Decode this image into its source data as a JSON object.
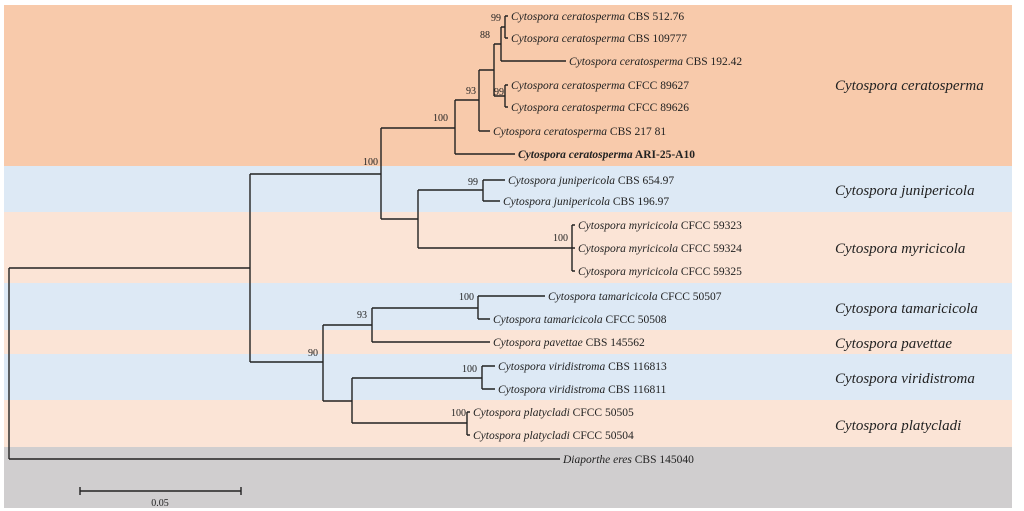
{
  "colors": {
    "band_dark_peach": "#f8caab",
    "band_light_peach": "#fbe4d6",
    "band_blue": "#dde9f5",
    "band_gray": "#d0cecf",
    "line": "#222222"
  },
  "clades": [
    {
      "name": "Cytospora ceratosperma",
      "band": "band_dark_peach"
    },
    {
      "name": "Cytospora junipericola",
      "band": "band_blue"
    },
    {
      "name": "Cytospora myricicola",
      "band": "band_light_peach"
    },
    {
      "name": "Cytospora tamaricicola",
      "band": "band_blue"
    },
    {
      "name": "Cytospora pavettae",
      "band": "band_light_peach"
    },
    {
      "name": "Cytospora viridistroma",
      "band": "band_blue"
    },
    {
      "name": "Cytospora platycladi",
      "band": "band_light_peach"
    },
    {
      "name": "",
      "band": "band_gray"
    }
  ],
  "taxa": [
    {
      "species": "Cytospora ceratosperma",
      "strain": "CBS 512.76"
    },
    {
      "species": "Cytospora ceratosperma",
      "strain": "CBS 109777"
    },
    {
      "species": "Cytospora ceratosperma",
      "strain": "CBS 192.42"
    },
    {
      "species": "Cytospora ceratosperma",
      "strain": "CFCC 89627"
    },
    {
      "species": "Cytospora ceratosperma",
      "strain": "CFCC 89626"
    },
    {
      "species": "Cytospora ceratosperma",
      "strain": "CBS 217 81"
    },
    {
      "species": "Cytospora ceratosperma",
      "strain": "ARI-25-A10",
      "bold": true
    },
    {
      "species": "Cytospora junipericola",
      "strain": "CBS 654.97"
    },
    {
      "species": "Cytospora junipericola",
      "strain": "CBS 196.97"
    },
    {
      "species": "Cytospora myricicola",
      "strain": "CFCC 59323"
    },
    {
      "species": "Cytospora myricicola",
      "strain": "CFCC 59324"
    },
    {
      "species": "Cytospora myricicola",
      "strain": "CFCC 59325"
    },
    {
      "species": "Cytospora tamaricicola",
      "strain": "CFCC 50507"
    },
    {
      "species": "Cytospora tamaricicola",
      "strain": "CFCC 50508"
    },
    {
      "species": "Cytospora pavettae",
      "strain": "CBS 145562"
    },
    {
      "species": "Cytospora viridistroma",
      "strain": "CBS 116813"
    },
    {
      "species": "Cytospora viridistroma",
      "strain": "CBS 116811"
    },
    {
      "species": "Cytospora platycladi",
      "strain": "CFCC 50505"
    },
    {
      "species": "Cytospora platycladi",
      "strain": "CFCC 50504"
    },
    {
      "species": "Diaporthe eres",
      "strain": "CBS 145040"
    }
  ],
  "support_values": [
    "99",
    "88",
    "99",
    "93",
    "100",
    "100",
    "99",
    "100",
    "100",
    "93",
    "90",
    "100",
    "100"
  ],
  "scale_bar": {
    "label": "0.05",
    "value": 0.05
  }
}
